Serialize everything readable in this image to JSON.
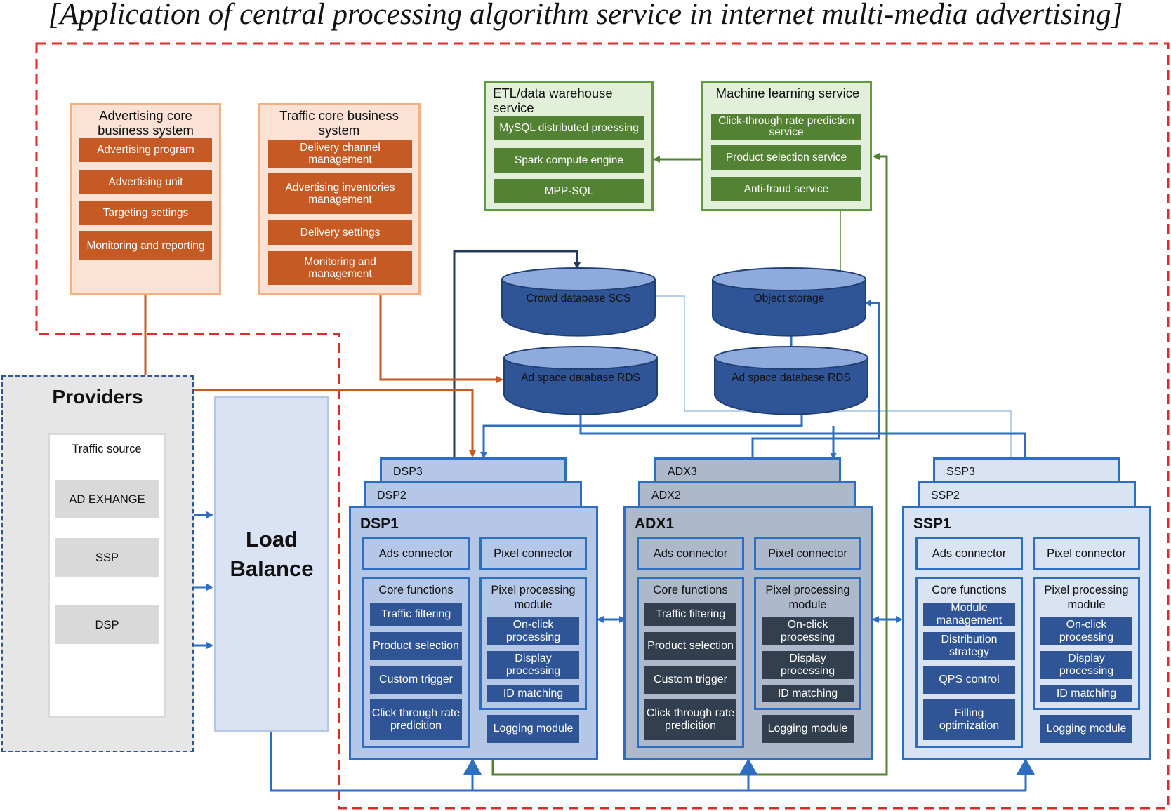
{
  "title": "[Application of central processing algorithm service in internet multi-media advertising]",
  "advertising_core": {
    "title": "Advertising core business system",
    "items": [
      "Advertising program",
      "Advertising unit",
      "Targeting settings",
      "Monitoring and reporting"
    ]
  },
  "traffic_core": {
    "title": "Traffic core business system",
    "items": [
      "Delivery channel management",
      "Advertising inventories management",
      "Delivery settings",
      "Monitoring and management"
    ]
  },
  "etl": {
    "title": "ETL/data warehouse service",
    "items": [
      "MySQL distributed proessing",
      "Spark compute engine",
      "MPP-SQL"
    ]
  },
  "ml": {
    "title": "Machine learning service",
    "items": [
      "Click-through rate prediction service",
      "Product selection service",
      "Anti-fraud service"
    ]
  },
  "databases": {
    "crowd": "Crowd database SCS",
    "object_storage": "Object storage",
    "ad_space_left": "Ad space database RDS",
    "ad_space_right": "Ad space database RDS"
  },
  "providers": {
    "title": "Providers",
    "traffic_source": "Traffic source",
    "items": [
      "AD EXHANGE",
      "SSP",
      "DSP"
    ]
  },
  "load_balance": "Load Balance",
  "dsp": {
    "layers": [
      "DSP3",
      "DSP2",
      "DSP1"
    ],
    "ads_connector": "Ads connector",
    "pixel_connector": "Pixel connector",
    "core_title": "Core functions",
    "core_items": [
      "Traffic filtering",
      "Product selection",
      "Custom trigger",
      "Click through rate predicition"
    ],
    "pixel_title": "Pixel processing module",
    "pixel_items": [
      "On-click processing",
      "Display processing",
      "ID matching"
    ],
    "logging": "Logging module"
  },
  "adx": {
    "layers": [
      "ADX3",
      "ADX2",
      "ADX1"
    ],
    "ads_connector": "Ads connector",
    "pixel_connector": "Pixel connector",
    "core_title": "Core functions",
    "core_items": [
      "Traffic filtering",
      "Product selection",
      "Custom trigger",
      "Click through rate predicition"
    ],
    "pixel_title": "Pixel processing module",
    "pixel_items": [
      "On-click processing",
      "Display processing",
      "ID matching"
    ],
    "logging": "Logging module"
  },
  "ssp": {
    "layers": [
      "SSP3",
      "SSP2",
      "SSP1"
    ],
    "ads_connector": "Ads connector",
    "pixel_connector": "Pixel connector",
    "core_title": "Core functions",
    "core_items": [
      "Module management",
      "Distribution strategy",
      "QPS control",
      "Filling optimization"
    ],
    "pixel_title": "Pixel processing module",
    "pixel_items": [
      "On-click processing",
      "Display processing",
      "ID matching"
    ],
    "logging": "Logging module"
  },
  "colors": {
    "red_dash": "#e02b2b",
    "orange": "#c55a24",
    "green": "#548235",
    "blue_line": "#2e6ec1",
    "navy_line": "#233a5e",
    "cylinder": "#2f5597"
  }
}
